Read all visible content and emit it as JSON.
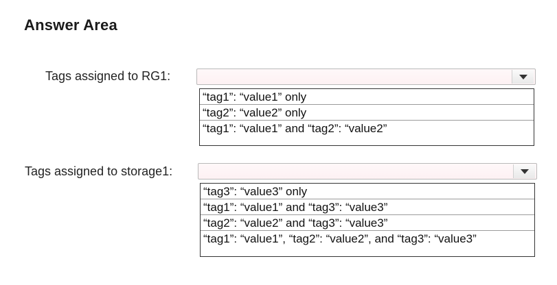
{
  "title": "Answer Area",
  "rows": [
    {
      "label": "Tags assigned to RG1:",
      "options": [
        "“tag1”: “value1” only",
        "“tag2”: “value2” only",
        "“tag1”: “value1” and “tag2”: “value2”"
      ]
    },
    {
      "label": "Tags assigned to storage1:",
      "options": [
        "“tag3”: “value3” only",
        "“tag1”: “value1” and “tag3”: “value3”",
        "“tag2”: “value2” and “tag3”: “value3”",
        "“tag1”: “value1”, “tag2”: “value2”, and “tag3”: “value3”"
      ]
    }
  ],
  "icons": {
    "dropdown": "chevron-down-icon"
  }
}
